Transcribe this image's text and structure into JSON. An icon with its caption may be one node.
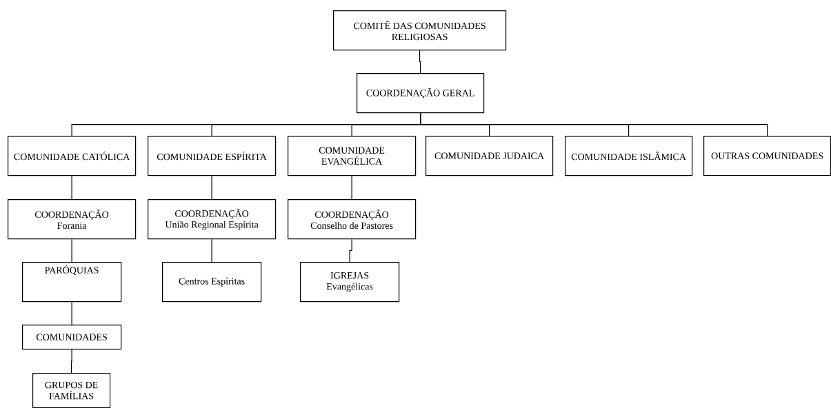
{
  "diagram": {
    "nodes": [
      {
        "text": [
          "COMITÊ DAS COMUNIDADES RELIGIOSAS"
        ]
      },
      {
        "text": [
          "COORDENAÇÃO GERAL"
        ]
      },
      {
        "text": [
          "COMUNIDADE CATÓLICA"
        ]
      },
      {
        "text": [
          "COMUNIDADE ESPÍRITA"
        ]
      },
      {
        "text": [
          "COMUNIDADE EVANGÉLICA"
        ]
      },
      {
        "text": [
          "COMUNIDADE JUDAICA"
        ]
      },
      {
        "text": [
          "COMUNIDADE ISLÂMICA"
        ]
      },
      {
        "text": [
          "OUTRAS COMUNIDADES"
        ]
      },
      {
        "text": [
          "COORDENAÇÃO",
          "Forania"
        ]
      },
      {
        "text": [
          "COORDENAÇÃO",
          "União Regional Espírita"
        ]
      },
      {
        "text": [
          "COORDENAÇÃO",
          "Conselho de Pastores"
        ]
      },
      {
        "text": [
          "PARÓQUIAS"
        ]
      },
      {
        "text": [
          "Centros Espíritas"
        ]
      },
      {
        "text": [
          "IGREJAS",
          "Evangélicas"
        ]
      },
      {
        "text": [
          "COMUNIDADES"
        ]
      },
      {
        "text": [
          "GRUPOS DE FAMÍLIAS"
        ]
      }
    ],
    "edges": [
      {
        "from": 0,
        "to": 1,
        "arrow": "none"
      },
      {
        "from": 1,
        "to": 2,
        "arrow": "none"
      },
      {
        "from": 1,
        "to": 3,
        "arrow": "none"
      },
      {
        "from": 1,
        "to": 4,
        "arrow": "none"
      },
      {
        "from": 1,
        "to": 5,
        "arrow": "none"
      },
      {
        "from": 1,
        "to": 6,
        "arrow": "none"
      },
      {
        "from": 1,
        "to": 7,
        "arrow": "none"
      },
      {
        "from": 2,
        "to": 8,
        "arrow": "none"
      },
      {
        "from": 8,
        "to": 11,
        "arrow": "none"
      },
      {
        "from": 11,
        "to": 14,
        "arrow": "none"
      },
      {
        "from": 14,
        "to": 15,
        "arrow": "none"
      },
      {
        "from": 3,
        "to": 9,
        "arrow": "none"
      },
      {
        "from": 9,
        "to": 12,
        "arrow": "none"
      },
      {
        "from": 4,
        "to": 10,
        "arrow": "none"
      },
      {
        "from": 10,
        "to": 13,
        "arrow": "none"
      }
    ]
  }
}
